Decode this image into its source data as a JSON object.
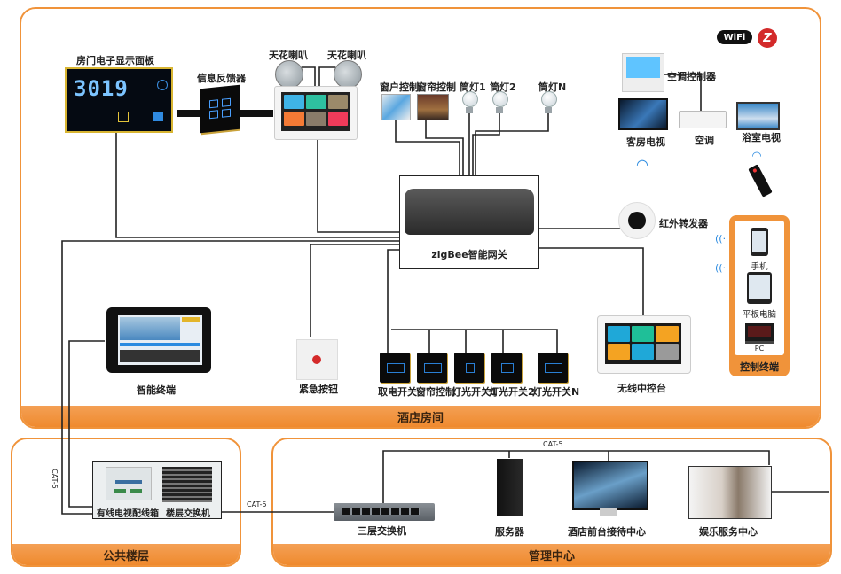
{
  "diagram": {
    "title": "Hotel room smart control system topology",
    "zones": {
      "room": "酒店房间",
      "public_floor": "公共楼层",
      "management": "管理中心"
    },
    "logos": {
      "wifi": "WiFi",
      "zigbee": "Z"
    },
    "room_devices": {
      "door_panel": {
        "label": "房门电子显示面板",
        "room_number": "3019"
      },
      "feedback": {
        "label": "信息反馈器"
      },
      "speaker_1": {
        "label": "天花喇叭"
      },
      "speaker_2": {
        "label": "天花喇叭"
      },
      "curtain": {
        "label": "窗户控制"
      },
      "window_shade": {
        "label": "窗帘控制"
      },
      "lights": [
        {
          "label": "筒灯1"
        },
        {
          "label": "筒灯2"
        },
        {
          "label": "筒灯N"
        }
      ],
      "ac_controller": {
        "label": "空调控制器"
      },
      "living_tv": {
        "label": "客房电视"
      },
      "ac": {
        "label": "空调"
      },
      "bath_tv": {
        "label": "浴室电视"
      },
      "gateway": {
        "label": "zigBee智能网关"
      },
      "ir_repeater": {
        "label": "红外转发器"
      },
      "smart_terminal": {
        "label": "智能终端"
      },
      "emergency_button": {
        "label": "紧急按钮"
      },
      "switches": [
        {
          "label": "取电开关"
        },
        {
          "label": "窗帘控制"
        },
        {
          "label": "灯光开关1"
        },
        {
          "label": "灯光开关2"
        },
        {
          "label": "灯光开关N"
        }
      ],
      "wireless_console": {
        "label": "无线中控台"
      },
      "control_terminals": {
        "title": "控制终端",
        "items": [
          {
            "label": "手机"
          },
          {
            "label": "平板电脑"
          },
          {
            "label": "PC"
          }
        ]
      }
    },
    "public_floor": {
      "cable_label_vertical": "CAT-5",
      "distribution_box": "有线电视配线箱",
      "floor_switch": "楼层交换机",
      "uplink_label": "CAT-5"
    },
    "management": {
      "cable_label": "CAT-5",
      "core_switch": "三层交换机",
      "server": "服务器",
      "reception": "酒店前台接待中心",
      "entertainment": "娱乐服务中心"
    }
  }
}
